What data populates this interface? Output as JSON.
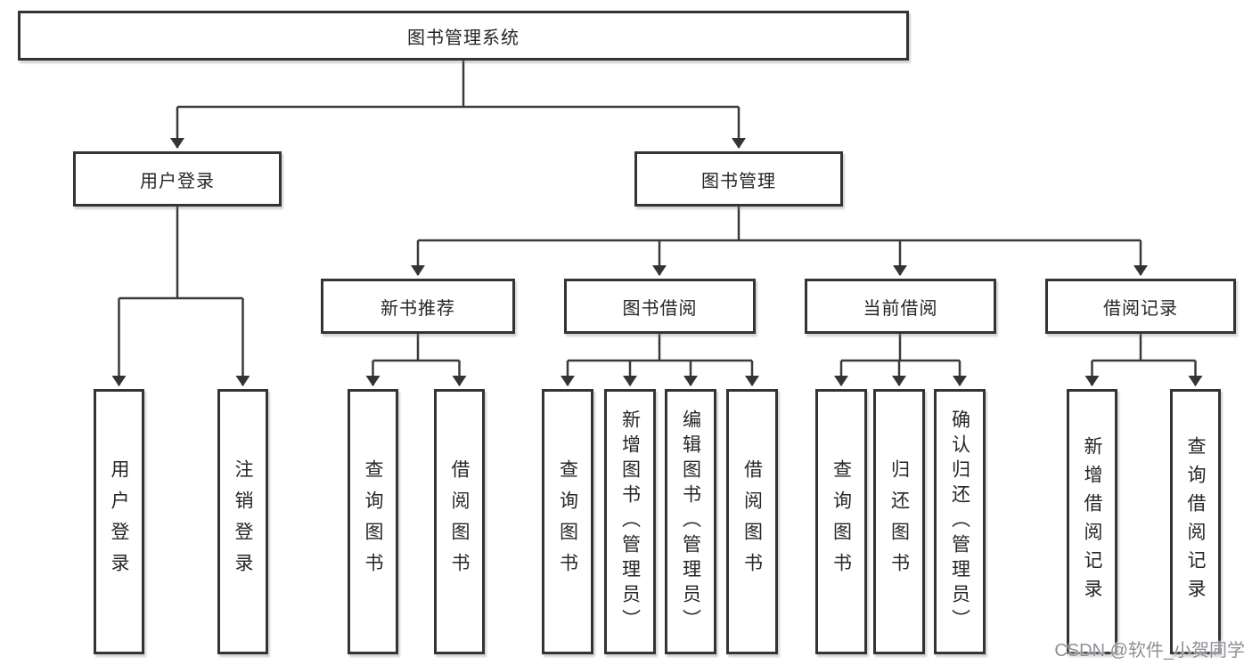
{
  "diagram": {
    "title_note": "library management system function structure diagram",
    "root": {
      "label": "图书管理系统"
    },
    "level2": [
      {
        "label": "用户登录"
      },
      {
        "label": "图书管理"
      }
    ],
    "level3": [
      {
        "label": "新书推荐"
      },
      {
        "label": "图书借阅"
      },
      {
        "label": "当前借阅"
      },
      {
        "label": "借阅记录"
      }
    ],
    "leaves": {
      "user_login": [
        "用户登录",
        "注销登录"
      ],
      "new_book": [
        "查询图书",
        "借阅图书"
      ],
      "book_borrow": [
        "查询图书",
        "新增图书（管理员）",
        "编辑图书（管理员）",
        "借阅图书"
      ],
      "current_borrow": [
        "查询图书",
        "归还图书",
        "确认归还（管理员）"
      ],
      "borrow_record": [
        "新增借阅记录",
        "查询借阅记录"
      ]
    }
  },
  "colors": {
    "line": "#3a3a3a",
    "box_border": "#343434",
    "box_bg": "#ffffff",
    "text": "#262626",
    "watermark": "#8d9196"
  },
  "watermark": {
    "text": "CSDN @软件_小贺同学"
  }
}
